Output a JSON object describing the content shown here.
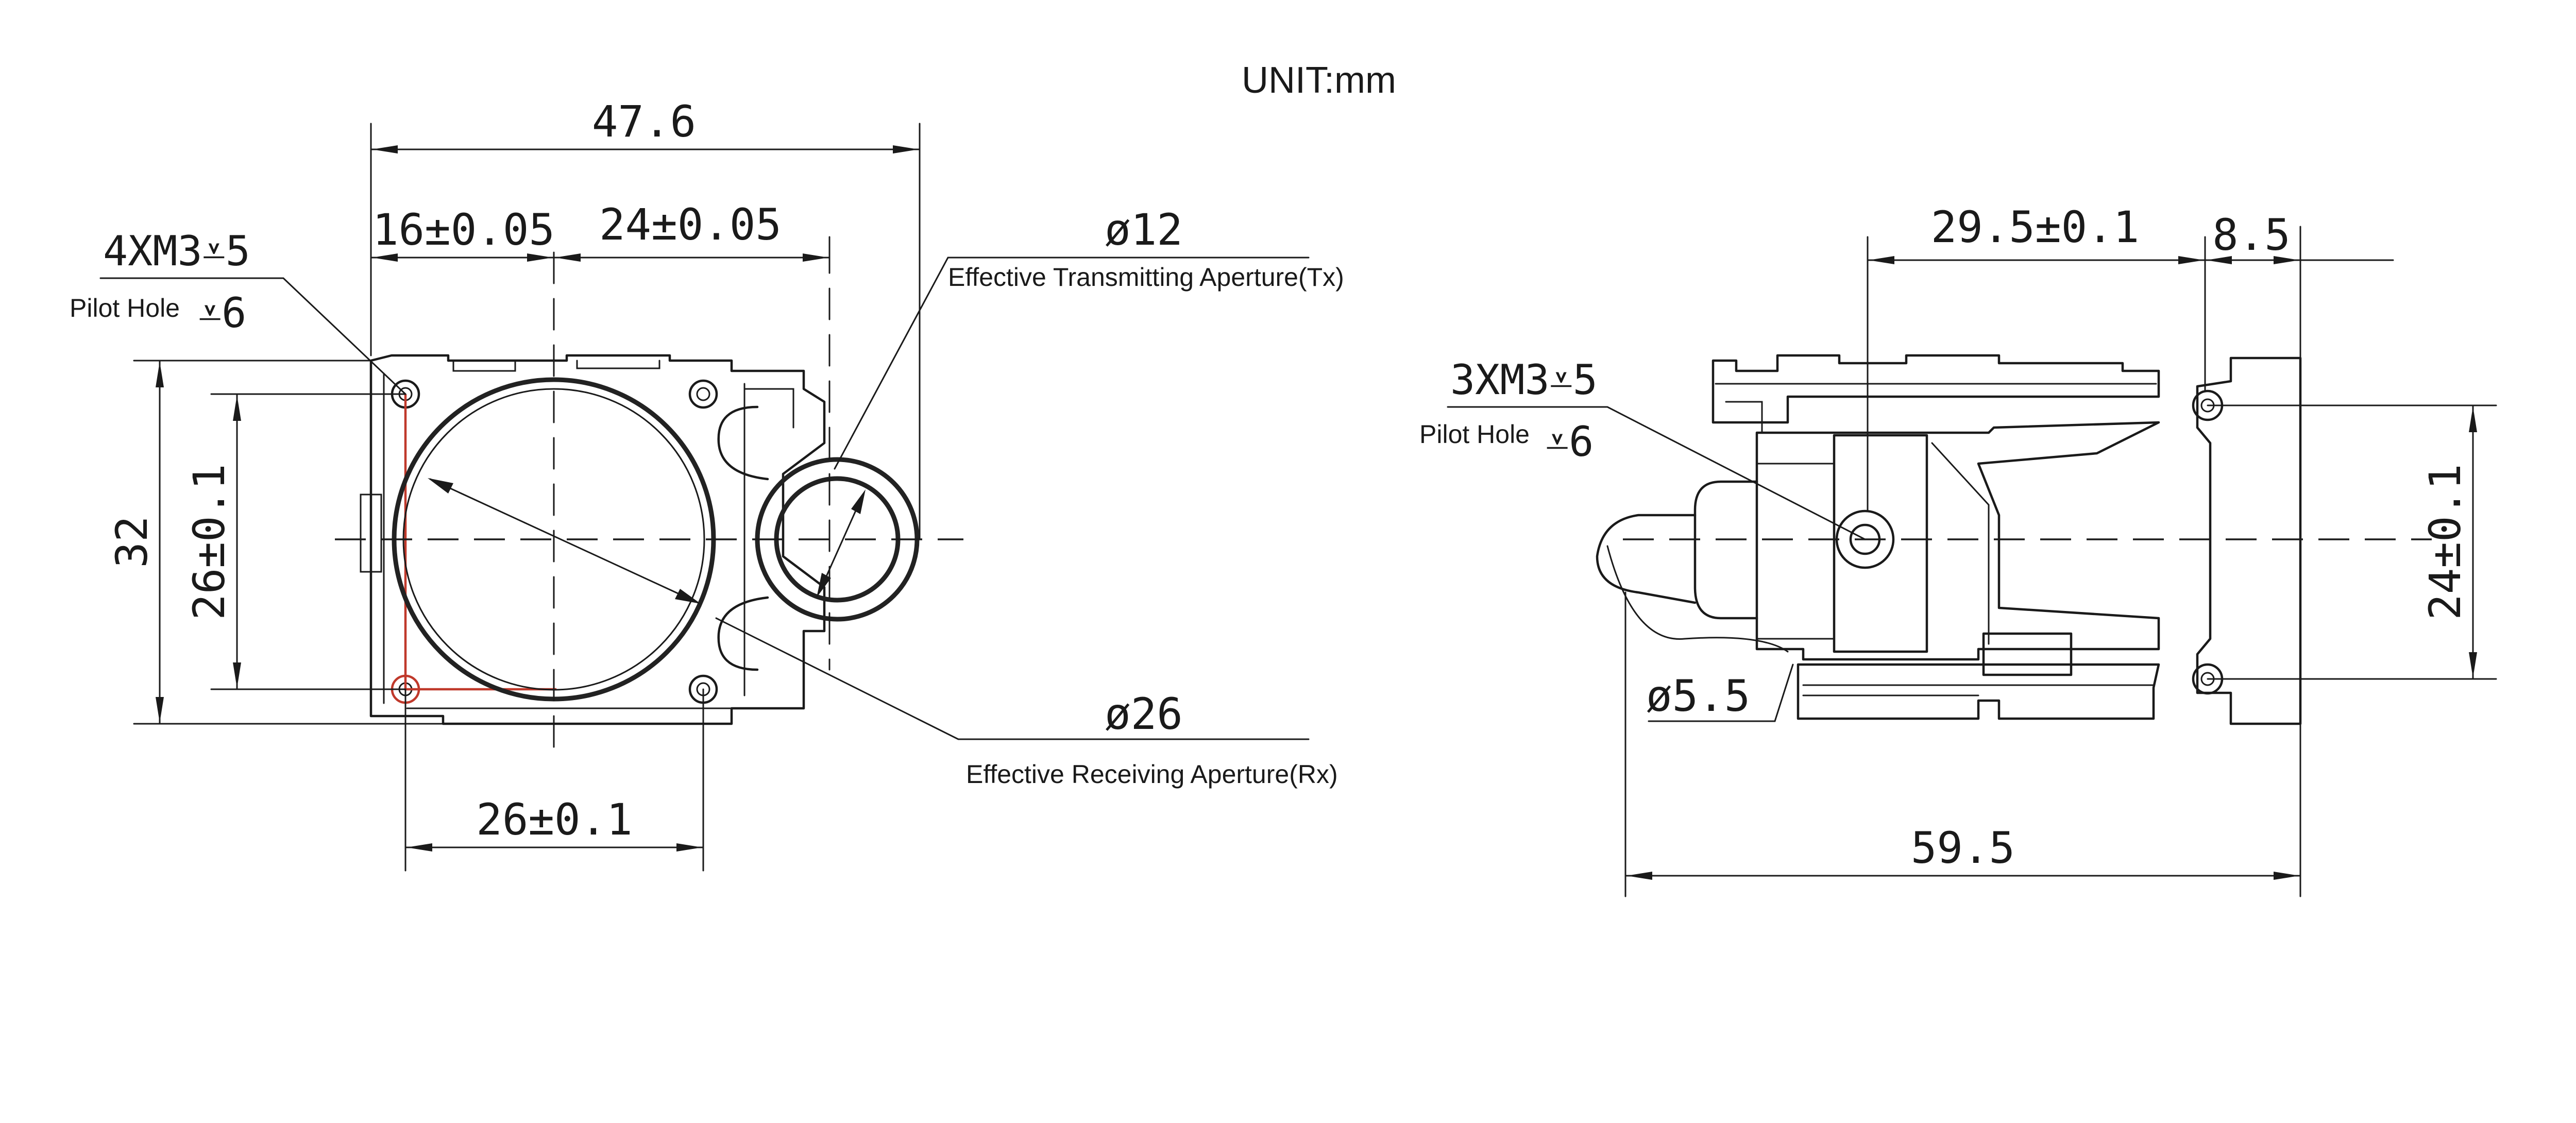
{
  "unit_label": "UNIT:mm",
  "front_view": {
    "width_overall": "47.6",
    "hole_offset_left": "16±0.05",
    "hole_spacing_top": "24±0.05",
    "tx_diameter": "ø12",
    "tx_caption": "Effective Transmitting Aperture(Tx)",
    "thread_spec": "4XM3⩡5",
    "pilot_hole_label": "Pilot Hole",
    "pilot_hole_depth": "⩡6",
    "height_overall": "32",
    "hole_spacing_vertical": "26±0.1",
    "hole_spacing_bottom": "26±0.1",
    "rx_diameter": "ø26",
    "rx_caption": "Effective Receiving Aperture(Rx)"
  },
  "side_view": {
    "offset_top": "29.5±0.1",
    "flange_width": "8.5",
    "thread_spec": "3XM3⩡5",
    "pilot_hole_label": "Pilot Hole",
    "pilot_hole_depth": "⩡6",
    "hole_spacing_vertical": "24±0.1",
    "small_diameter": "ø5.5",
    "length_overall": "59.5"
  }
}
